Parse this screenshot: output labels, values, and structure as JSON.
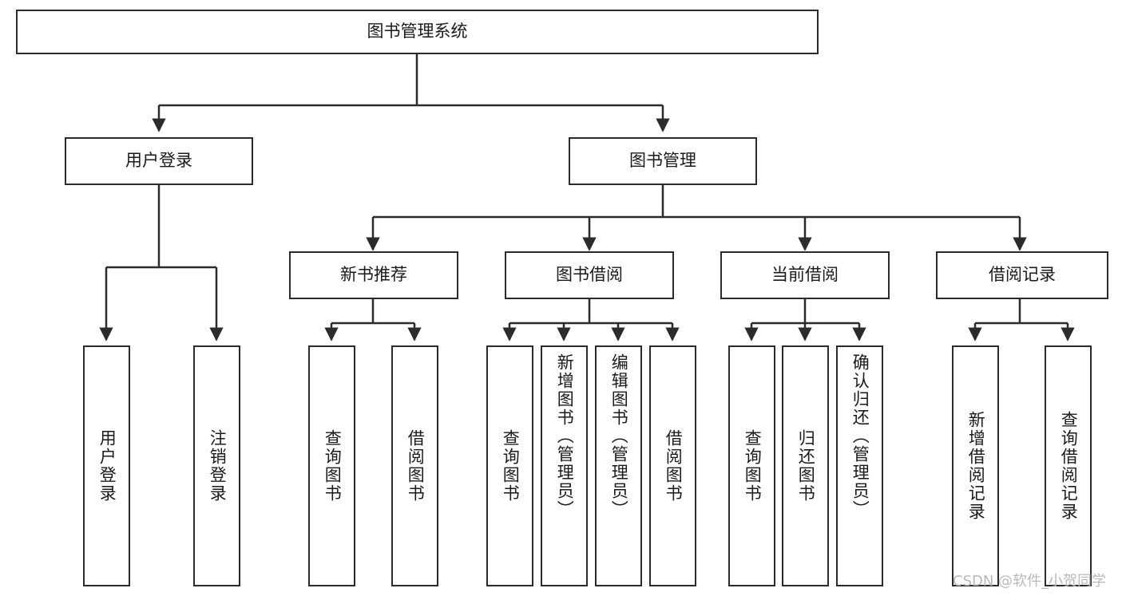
{
  "diagram": {
    "type": "tree",
    "orientation": "top-down",
    "title": "图书管理系统",
    "watermark": "CSDN @软件_小贺同学",
    "colors": {
      "background": "#ffffff",
      "node_border": "#2b2b2b",
      "node_fill": "#ffffff",
      "edge": "#2b2b2b",
      "text": "#1a1a1a",
      "watermark": "#b9b9b9"
    },
    "nodes": {
      "root": {
        "label": "图书管理系统"
      },
      "level2": [
        {
          "label": "用户登录"
        },
        {
          "label": "图书管理"
        }
      ],
      "level3": [
        {
          "label": "新书推荐"
        },
        {
          "label": "图书借阅"
        },
        {
          "label": "当前借阅"
        },
        {
          "label": "借阅记录"
        }
      ],
      "leaves": {
        "user_login": [
          {
            "label": "用户登录"
          },
          {
            "label": "注销登录"
          }
        ],
        "new_book": [
          {
            "label": "查询图书"
          },
          {
            "label": "借阅图书"
          }
        ],
        "borrow_book": [
          {
            "label": "查询图书"
          },
          {
            "label": "新增图书（管理员）"
          },
          {
            "label": "编辑图书（管理员）"
          },
          {
            "label": "借阅图书"
          }
        ],
        "current_borrow": [
          {
            "label": "查询图书"
          },
          {
            "label": "归还图书"
          },
          {
            "label": "确认归还（管理员）"
          }
        ],
        "borrow_record": [
          {
            "label": "新增借阅记录"
          },
          {
            "label": "查询借阅记录"
          }
        ]
      }
    }
  }
}
